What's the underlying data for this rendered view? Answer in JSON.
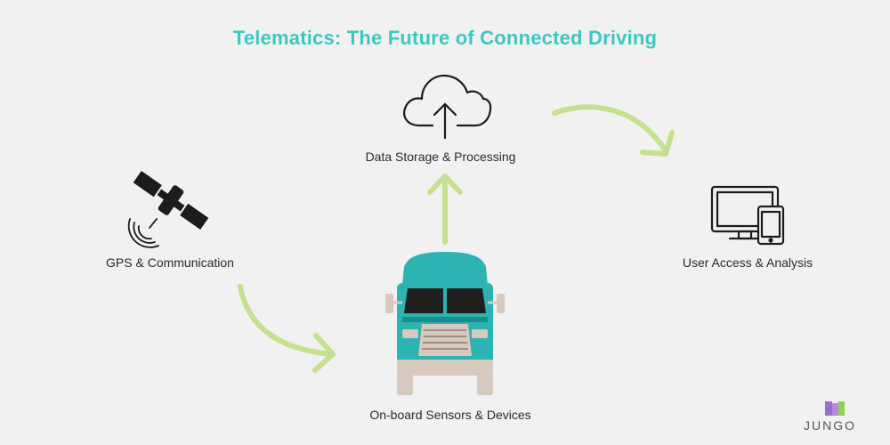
{
  "title": "Telematics: The Future of Connected Driving",
  "nodes": {
    "gps": "GPS & Communication",
    "storage": "Data Storage & Processing",
    "user": "User Access & Analysis",
    "sensors": "On-board Sensors & Devices"
  },
  "logo": "JUNGO",
  "colors": {
    "title": "#3cc8c0",
    "arrow": "#c5e08f",
    "truck": "#2db4b2",
    "truck_dark": "#1a8e8c",
    "trim": "#d7c9bd",
    "logo_purple": "#9b6fd1",
    "logo_green": "#8fd14f"
  },
  "icons": {
    "gps": "satellite-icon",
    "storage": "cloud-upload-icon",
    "user": "monitor-tablet-icon",
    "sensors": "truck-icon",
    "logo": "jungo-logo-icon"
  }
}
